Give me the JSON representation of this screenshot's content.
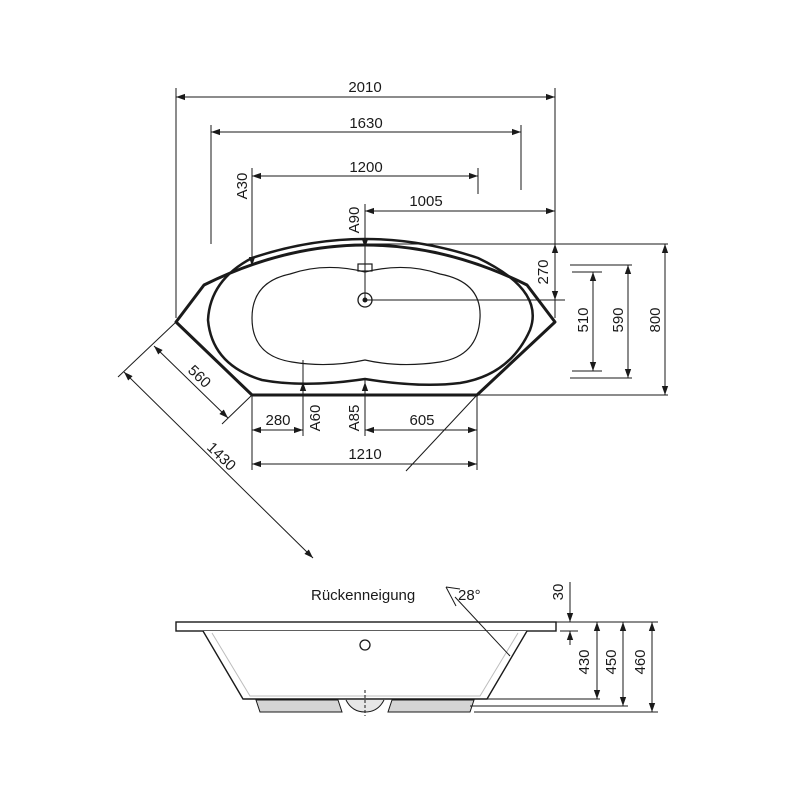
{
  "top_view": {
    "width_total": "2010",
    "width_outer": "1630",
    "width_inner": "1200",
    "offset_right": "1005",
    "drain_offset_top": "A90",
    "angle_left_top": "A30",
    "depth_270": "270",
    "depth_800": "800",
    "depth_590": "590",
    "depth_510": "510",
    "diag_560": "560",
    "diag_1430": "1430",
    "bottom_280": "280",
    "bottom_a60": "A60",
    "bottom_a85": "A85",
    "bottom_605": "605",
    "bottom_1210": "1210"
  },
  "side_view": {
    "back_slope_label": "Rückenneigung",
    "back_slope_angle": "28°",
    "rim_30": "30",
    "h_430": "430",
    "h_450": "450",
    "h_460": "460"
  }
}
